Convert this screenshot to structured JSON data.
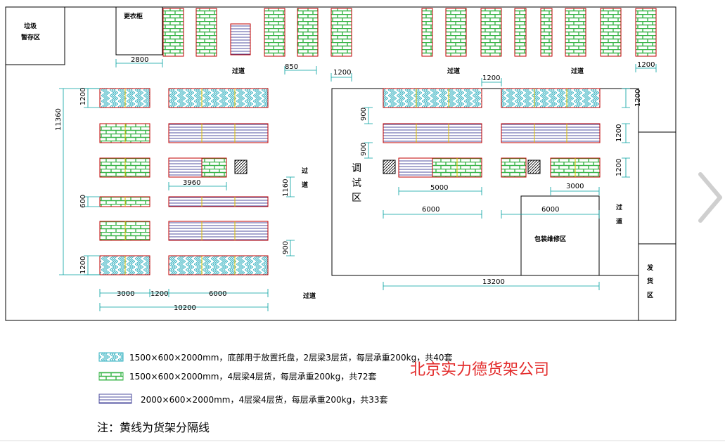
{
  "labels": {
    "garbage_area_l1": "垃圾",
    "garbage_area_l2": "暂存区",
    "locker_room": "更衣柜",
    "debug_l1": "调",
    "debug_l2": "试",
    "debug_l3": "区",
    "package_repair": "包装维修区",
    "ship_l1": "发",
    "ship_l2": "货",
    "ship_l3": "区",
    "aisle": "过道",
    "aisle_v1": "过",
    "aisle_v2": "道"
  },
  "dims": {
    "d2800": "2800",
    "d850": "850",
    "d1200": "1200",
    "d11360": "11360",
    "d900": "900",
    "d3960": "3960",
    "d1160": "1160",
    "d600": "600",
    "d3000": "3000",
    "d6000": "6000",
    "d10200": "10200",
    "d5000": "5000",
    "d13200": "13200"
  },
  "legend": [
    {
      "pattern": "weave",
      "text": "1500×600×2000mm，底部用于放置托盘，2层梁3层货，每层承重200kg，共40套"
    },
    {
      "pattern": "brick",
      "text": "1500×600×2000mm，4层梁4层货，每层承重200kg，共72套"
    },
    {
      "pattern": "lines",
      "text": "2000×600×2000mm，4层梁4层货，每层承重200kg，共33套"
    }
  ],
  "company": "北京实力德货架公司",
  "note": "注：黄线为货架分隔线",
  "colors": {
    "rack_border": "#c00000",
    "dimension": "#00a0a0",
    "brick": "#3ab54a",
    "weave": "#30b0c0",
    "lines": "#5050a0",
    "divider": "#e0c000",
    "company": "#e32b2b"
  },
  "icons": [
    "chevron-right-icon"
  ]
}
